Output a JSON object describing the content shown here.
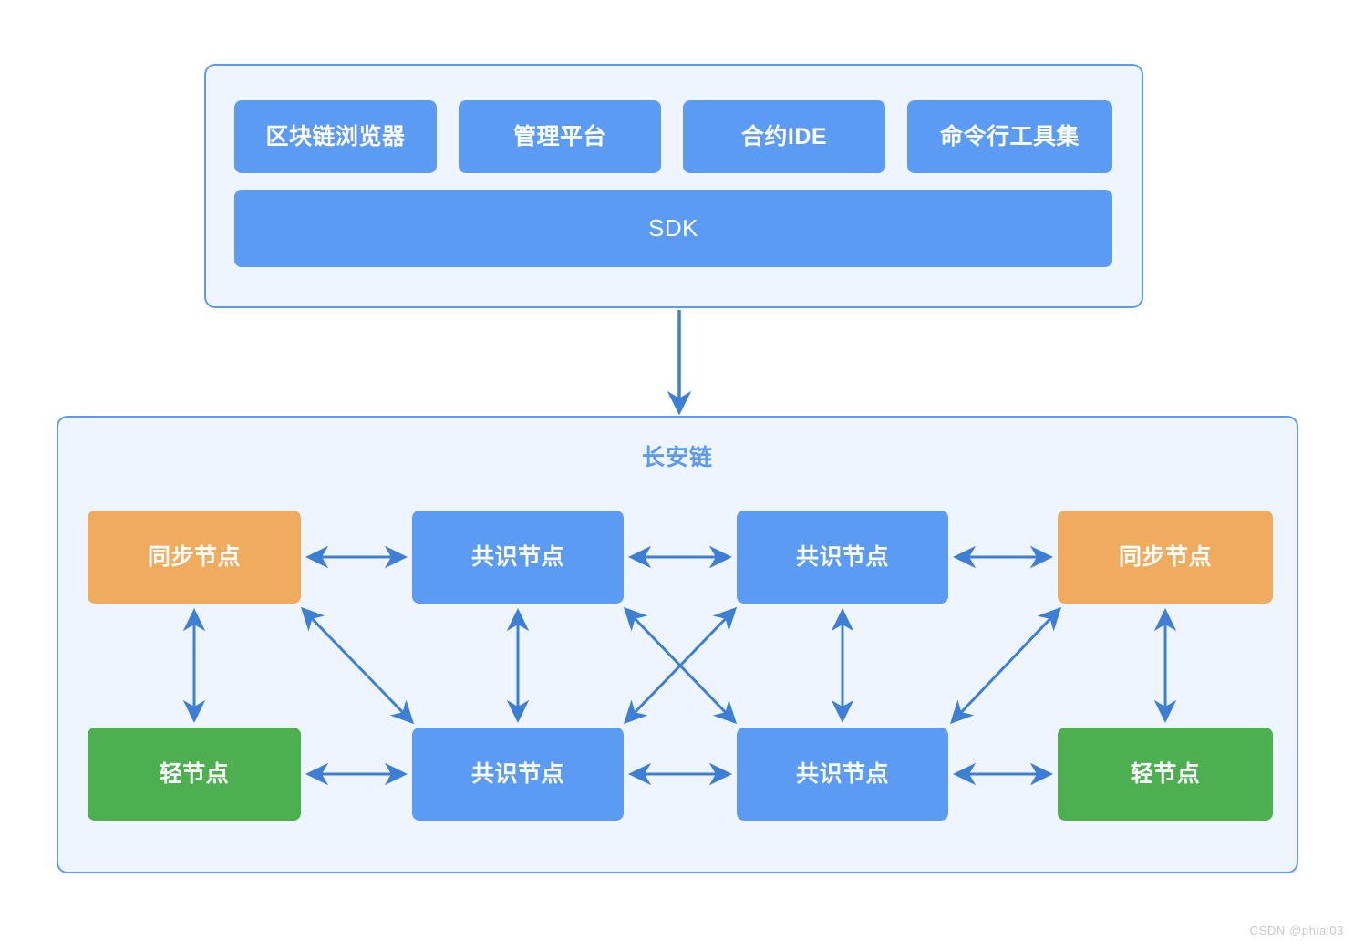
{
  "diagram": {
    "title_watermark": "CSDN @phial03",
    "colors": {
      "panel_bg": "#EFF5FE",
      "panel_border": "#5B9BF3",
      "blue_node": "#5B9BF3",
      "orange_node": "#EFAC5E",
      "green_node": "#4CB050",
      "arrow": "#3D7FD4",
      "chain_title": "#5B9BF3",
      "box_text": "#FFFFFF",
      "watermark": "#C9C9C9"
    },
    "tools_panel": {
      "boxes": [
        {
          "label": "区块链浏览器",
          "color": "blue"
        },
        {
          "label": "管理平台",
          "color": "blue"
        },
        {
          "label": "合约IDE",
          "color": "blue"
        },
        {
          "label": "命令行工具集",
          "color": "blue"
        }
      ],
      "sdk": {
        "label": "SDK",
        "color": "blue"
      }
    },
    "chain_panel": {
      "title": "长安链",
      "nodes": [
        {
          "id": "sync-left",
          "label": "同步节点",
          "color": "orange",
          "row": "top",
          "col": 0
        },
        {
          "id": "consensus-1",
          "label": "共识节点",
          "color": "blue",
          "row": "top",
          "col": 1
        },
        {
          "id": "consensus-2",
          "label": "共识节点",
          "color": "blue",
          "row": "top",
          "col": 2
        },
        {
          "id": "sync-right",
          "label": "同步节点",
          "color": "orange",
          "row": "top",
          "col": 3
        },
        {
          "id": "light-left",
          "label": "轻节点",
          "color": "green",
          "row": "bottom",
          "col": 0
        },
        {
          "id": "consensus-3",
          "label": "共识节点",
          "color": "blue",
          "row": "bottom",
          "col": 1
        },
        {
          "id": "consensus-4",
          "label": "共识节点",
          "color": "blue",
          "row": "bottom",
          "col": 2
        },
        {
          "id": "light-right",
          "label": "轻节点",
          "color": "green",
          "row": "bottom",
          "col": 3
        }
      ],
      "connections": [
        {
          "from": "sync-left",
          "to": "consensus-1",
          "style": "bidirectional-horizontal"
        },
        {
          "from": "consensus-1",
          "to": "consensus-2",
          "style": "bidirectional-horizontal"
        },
        {
          "from": "consensus-2",
          "to": "sync-right",
          "style": "bidirectional-horizontal"
        },
        {
          "from": "light-left",
          "to": "consensus-3",
          "style": "bidirectional-horizontal"
        },
        {
          "from": "consensus-3",
          "to": "consensus-4",
          "style": "bidirectional-horizontal"
        },
        {
          "from": "consensus-4",
          "to": "light-right",
          "style": "bidirectional-horizontal"
        },
        {
          "from": "sync-left",
          "to": "light-left",
          "style": "bidirectional-vertical"
        },
        {
          "from": "consensus-1",
          "to": "consensus-3",
          "style": "bidirectional-vertical"
        },
        {
          "from": "consensus-2",
          "to": "consensus-4",
          "style": "bidirectional-vertical"
        },
        {
          "from": "sync-right",
          "to": "light-right",
          "style": "bidirectional-vertical"
        },
        {
          "from": "sync-left",
          "to": "consensus-3",
          "style": "bidirectional-diagonal"
        },
        {
          "from": "consensus-1",
          "to": "consensus-4",
          "style": "bidirectional-diagonal"
        },
        {
          "from": "consensus-2",
          "to": "consensus-3",
          "style": "bidirectional-diagonal"
        },
        {
          "from": "consensus-4",
          "to": "sync-right",
          "style": "bidirectional-diagonal"
        }
      ]
    },
    "sdk_to_chain_arrow": {
      "direction": "down",
      "style": "single-arrow"
    }
  }
}
